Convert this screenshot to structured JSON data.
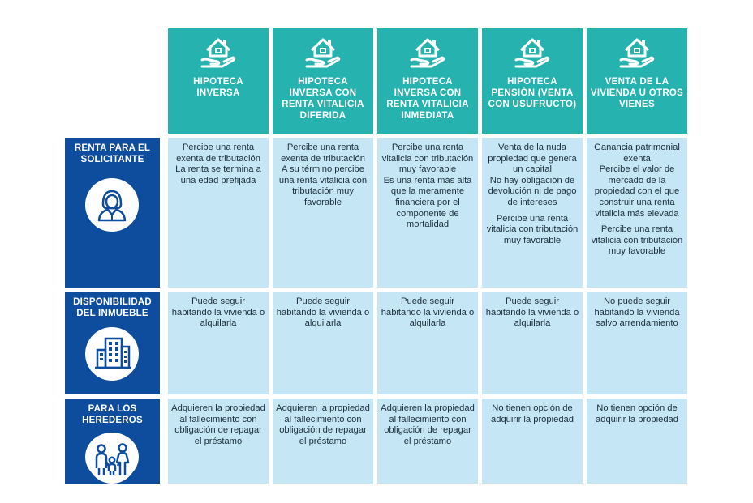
{
  "columns": [
    {
      "title": "HIPOTECA INVERSA",
      "icon": "house-in-hand-icon"
    },
    {
      "title": "HIPOTECA INVERSA CON RENTA VITALICIA DIFERIDA",
      "icon": "house-in-hand-icon"
    },
    {
      "title": "HIPOTECA INVERSA CON RENTA VITALICIA INMEDIATA",
      "icon": "house-in-hand-icon"
    },
    {
      "title": "HIPOTECA PENSIÓN (VENTA CON USUFRUCTO)",
      "icon": "house-in-hand-icon"
    },
    {
      "title": "VENTA DE LA VIVIENDA U OTROS VIENES",
      "icon": "house-in-hand-icon"
    }
  ],
  "rows": [
    {
      "label": "RENTA PARA EL SOLICITANTE",
      "icon": "person-avatar-icon",
      "cells": [
        {
          "lines": [
            "Percibe una renta exenta de tributación",
            "La renta se termina a una edad prefijada"
          ]
        },
        {
          "lines": [
            "Percibe una renta exenta de tributación",
            "A su término percibe una renta vitalicia con tributación muy favorable"
          ]
        },
        {
          "lines": [
            "Percibe una renta vitalicia con tributación muy favorable",
            "Es una renta más alta que la meramente financiera por el componente de mortalidad"
          ]
        },
        {
          "lines": [
            "Venta de la nuda propiedad que genera un capital",
            "No hay obligación de devolución ni de pago de intereses",
            "Percibe una renta vitalicia con tributación muy favorable"
          ]
        },
        {
          "lines": [
            "Ganancia patrimonial exenta",
            "Percibe el valor de mercado de la propiedad con el que construir una renta vitalicia más elevada",
            "Percibe una renta vitalicia con tributación muy favorable"
          ]
        }
      ]
    },
    {
      "label": "DISPONIBILIDAD DEL INMUEBLE",
      "icon": "building-icon",
      "cells": [
        {
          "lines": [
            "Puede seguir habitando la vivienda o alquilarla"
          ]
        },
        {
          "lines": [
            "Puede seguir habitando la vivienda o alquilarla"
          ]
        },
        {
          "lines": [
            "Puede seguir habitando la vivienda o alquilarla"
          ]
        },
        {
          "lines": [
            "Puede seguir habitando la vivienda o alquilarla"
          ]
        },
        {
          "lines": [
            "No puede seguir habitando la vivienda salvo arrendamiento"
          ]
        }
      ]
    },
    {
      "label": "PARA LOS HEREDEROS",
      "icon": "family-icon",
      "cells": [
        {
          "lines": [
            "Adquieren la propiedad al fallecimiento con obligación de repagar el préstamo"
          ]
        },
        {
          "lines": [
            "Adquieren la propiedad al fallecimiento con obligación de repagar el préstamo"
          ]
        },
        {
          "lines": [
            "Adquieren la propiedad al fallecimiento con obligación de repagar el préstamo"
          ]
        },
        {
          "lines": [
            "No tienen opción de adquirir la propiedad"
          ]
        },
        {
          "lines": [
            "No tienen opción de adquirir la propiedad"
          ]
        }
      ]
    }
  ],
  "colors": {
    "header": "#26b3b0",
    "row_label": "#0e4d9e",
    "cell": "#c5e6f5",
    "text": "#1c2e3b"
  }
}
